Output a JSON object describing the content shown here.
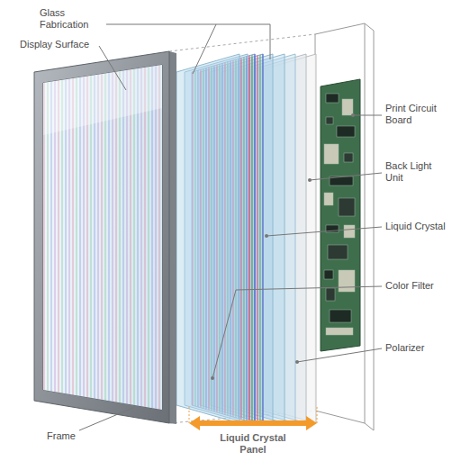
{
  "diagram": {
    "labels": [
      "Glass Fabrication",
      "Display Surface",
      "Print Circuit Board",
      "Back Light Unit",
      "Liquid Crystal",
      "Color Filter",
      "Polarizer",
      "Frame",
      "Liquid Crystal Panel"
    ]
  }
}
